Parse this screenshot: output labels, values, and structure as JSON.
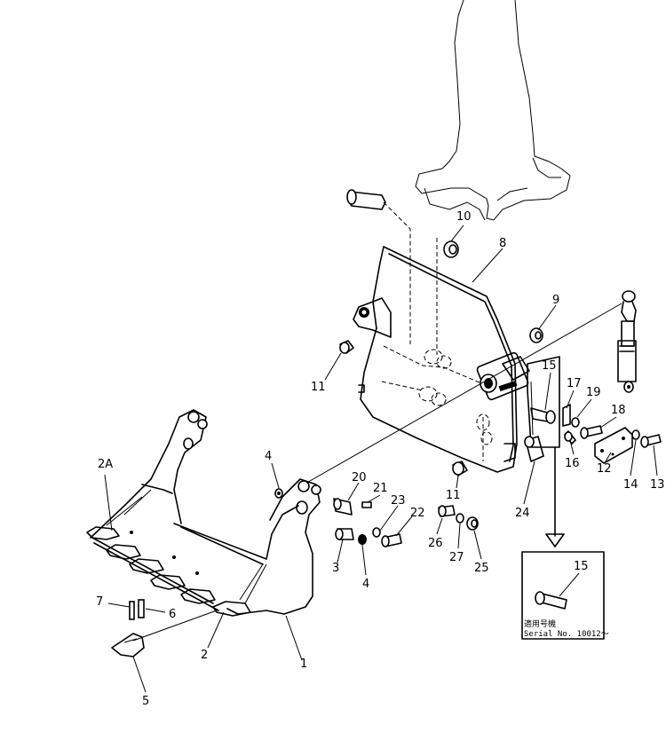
{
  "callouts": [
    {
      "id": "c1",
      "text": "1"
    },
    {
      "id": "c2",
      "text": "2"
    },
    {
      "id": "c2a",
      "text": "2A"
    },
    {
      "id": "c3",
      "text": "3"
    },
    {
      "id": "c4a",
      "text": "4"
    },
    {
      "id": "c4b",
      "text": "4"
    },
    {
      "id": "c5",
      "text": "5"
    },
    {
      "id": "c6",
      "text": "6"
    },
    {
      "id": "c7",
      "text": "7"
    },
    {
      "id": "c8",
      "text": "8"
    },
    {
      "id": "c9",
      "text": "9"
    },
    {
      "id": "c10",
      "text": "10"
    },
    {
      "id": "c11a",
      "text": "11"
    },
    {
      "id": "c11b",
      "text": "11"
    },
    {
      "id": "c12",
      "text": "12"
    },
    {
      "id": "c13",
      "text": "13"
    },
    {
      "id": "c14",
      "text": "14"
    },
    {
      "id": "c15",
      "text": "15"
    },
    {
      "id": "c16",
      "text": "16"
    },
    {
      "id": "c17",
      "text": "17"
    },
    {
      "id": "c18",
      "text": "18"
    },
    {
      "id": "c19",
      "text": "19"
    },
    {
      "id": "c20",
      "text": "20"
    },
    {
      "id": "c21",
      "text": "21"
    },
    {
      "id": "c22",
      "text": "22"
    },
    {
      "id": "c23",
      "text": "23"
    },
    {
      "id": "c24",
      "text": "24"
    },
    {
      "id": "c25",
      "text": "25"
    },
    {
      "id": "c26",
      "text": "26"
    },
    {
      "id": "c27",
      "text": "27"
    }
  ],
  "inset": {
    "callout": "15",
    "jp_label": "適用号機",
    "serial_label": "Serial No. 10012～"
  }
}
